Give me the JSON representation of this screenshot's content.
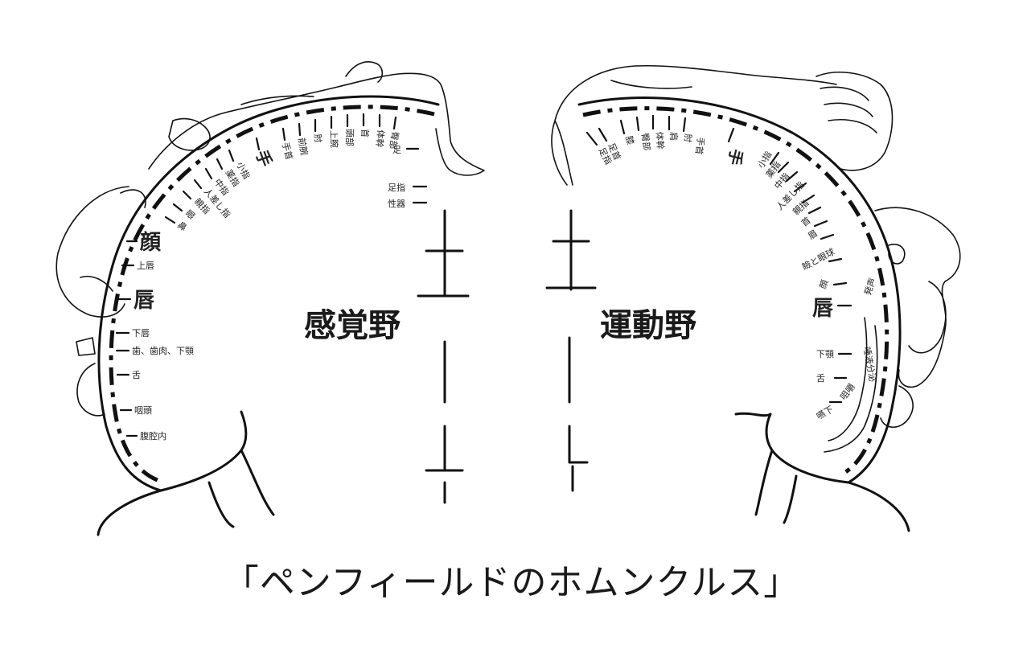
{
  "caption": "「ペンフィールドのホムンクルス」",
  "sensory": {
    "title": "感覚野",
    "labels_top": [
      "小指",
      "薬指",
      "中指",
      "人差し指",
      "親指",
      "眼",
      "鼻",
      "手",
      "手首",
      "前腕",
      "肘",
      "上腕",
      "頭部",
      "首",
      "体幹",
      "臀部",
      "足",
      "足指",
      "性器"
    ],
    "labels_side": [
      "顔",
      "上唇",
      "唇",
      "下唇",
      "歯、歯肉、下顎",
      "舌",
      "咽頭",
      "腹腔内"
    ]
  },
  "motor": {
    "title": "運動野",
    "labels_top": [
      "足指",
      "足首",
      "膝",
      "臀部",
      "体幹",
      "肩",
      "肘",
      "手首",
      "手"
    ],
    "labels_side": [
      "小指",
      "薬指",
      "中指",
      "人差し指",
      "親指",
      "首",
      "眉",
      "瞼と眼球",
      "顔",
      "唇",
      "発声",
      "下顎",
      "唾液分泌",
      "舌",
      "咀嚼",
      "嚥下"
    ]
  }
}
